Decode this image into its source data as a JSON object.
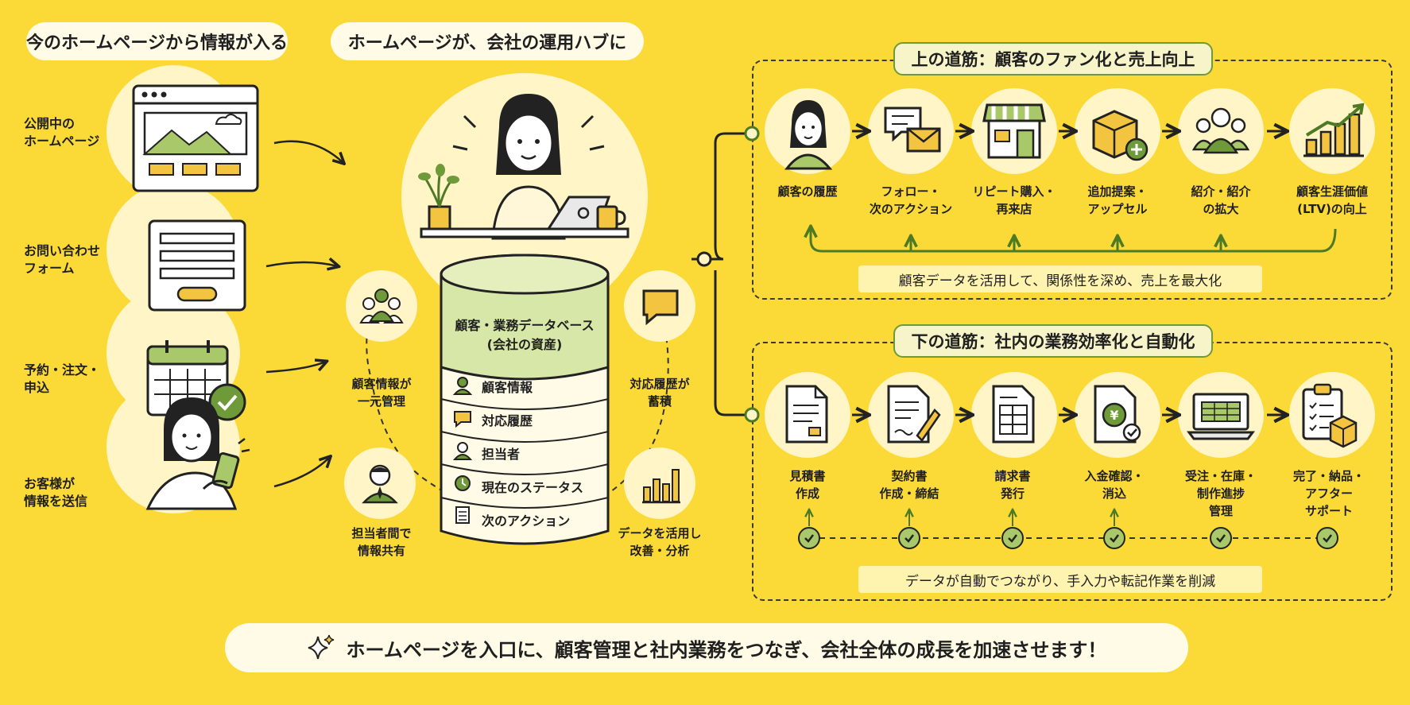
{
  "left": {
    "header": "今のホームページから情報が入る",
    "items": [
      {
        "label": [
          "公開中の",
          "ホームページ"
        ],
        "icon": "website-icon"
      },
      {
        "label": [
          "お問い合わせ",
          "フォーム"
        ],
        "icon": "form-icon"
      },
      {
        "label": [
          "予約・注文・",
          "申込"
        ],
        "icon": "calendar-check-icon"
      },
      {
        "label": [
          "お客様が",
          "情報を送信"
        ],
        "icon": "woman-smartphone-icon"
      }
    ]
  },
  "center": {
    "header": "ホームページが、会社の運用ハブに",
    "db_title": [
      "顧客・業務データベース",
      "(会社の資産)"
    ],
    "db_rows": [
      {
        "label": "顧客情報",
        "icon": "person-icon"
      },
      {
        "label": "対応履歴",
        "icon": "speech-bubble-icon"
      },
      {
        "label": "担当者",
        "icon": "staff-icon"
      },
      {
        "label": "現在のステータス",
        "icon": "clock-icon"
      },
      {
        "label": "次のアクション",
        "icon": "checklist-icon"
      }
    ],
    "features": [
      {
        "label": [
          "顧客情報が",
          "一元管理"
        ],
        "icon": "people-group-icon"
      },
      {
        "label": [
          "対応履歴が",
          "蓄積"
        ],
        "icon": "chat-icon"
      },
      {
        "label": [
          "担当者間で",
          "情報共有"
        ],
        "icon": "businessman-icon"
      },
      {
        "label": [
          "データを活用し",
          "改善・分析"
        ],
        "icon": "bar-chart-icon"
      }
    ]
  },
  "upper": {
    "header": "上の道筋：顧客のファン化と売上向上",
    "steps": [
      {
        "label": [
          "顧客の履歴"
        ],
        "icon": "customer-icon"
      },
      {
        "label": [
          "フォロー・",
          "次のアクション"
        ],
        "icon": "message-mail-icon"
      },
      {
        "label": [
          "リピート購入・",
          "再来店"
        ],
        "icon": "store-icon"
      },
      {
        "label": [
          "追加提案・",
          "アップセル"
        ],
        "icon": "box-plus-icon"
      },
      {
        "label": [
          "紹介・紹介",
          "の拡大"
        ],
        "icon": "people-icon"
      },
      {
        "label": [
          "顧客生涯価値",
          "(LTV)の向上"
        ],
        "icon": "growth-chart-icon"
      }
    ],
    "note": "顧客データを活用して、関係性を深め、売上を最大化"
  },
  "lower": {
    "header": "下の道筋：社内の業務効率化と自動化",
    "steps": [
      {
        "label": [
          "見積書",
          "作成"
        ],
        "icon": "document-icon"
      },
      {
        "label": [
          "契約書",
          "作成・締結"
        ],
        "icon": "contract-pen-icon"
      },
      {
        "label": [
          "請求書",
          "発行"
        ],
        "icon": "invoice-icon"
      },
      {
        "label": [
          "入金確認・",
          "消込"
        ],
        "icon": "yen-check-icon"
      },
      {
        "label": [
          "受注・在庫・",
          "制作進捗",
          "管理"
        ],
        "icon": "laptop-table-icon"
      },
      {
        "label": [
          "完了・納品・",
          "アフター",
          "サポート"
        ],
        "icon": "clipboard-box-icon"
      }
    ],
    "note": "データが自動でつながり、手入力や転記作業を削減"
  },
  "footer": "ホームページを入口に、顧客管理と社内業務をつなぎ、会社全体の成長を加速させます！",
  "colors": {
    "background": "#FBDA38",
    "panel": "#fff5c6",
    "accent_green": "#6f9a3a",
    "light_green": "#a9c86a"
  }
}
